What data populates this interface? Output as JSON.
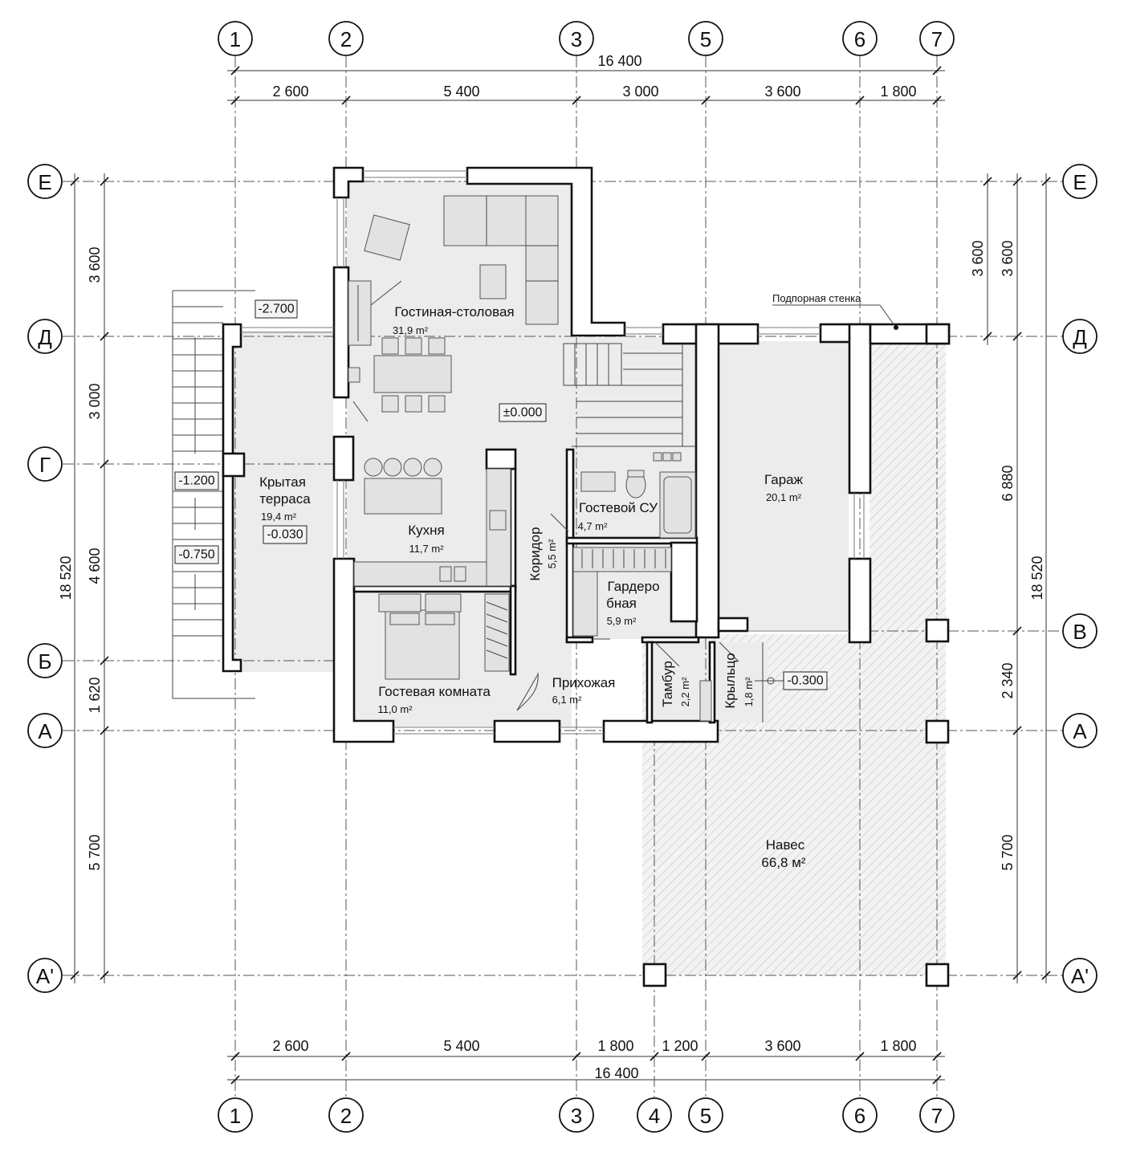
{
  "axes_top": {
    "a1": "1",
    "a2": "2",
    "a3": "3",
    "a5": "5",
    "a6": "6",
    "a7": "7"
  },
  "axes_bottom": {
    "a1": "1",
    "a2": "2",
    "a3": "3",
    "a4": "4",
    "a5": "5",
    "a6": "6",
    "a7": "7"
  },
  "axes_rows": {
    "ye": "Е",
    "yd": "Д",
    "yg": "Г",
    "yb": "Б",
    "ya": "А",
    "yap": "А'",
    "yv": "В"
  },
  "dims_top": {
    "total": "16 400",
    "s1": "2 600",
    "s2": "5 400",
    "s3": "3 000",
    "s4": "3 600",
    "s5": "1 800"
  },
  "dims_bottom": {
    "total": "16 400",
    "s1": "2 600",
    "s2": "5 400",
    "s3": "1 800",
    "s4": "1 200",
    "s5": "3 600",
    "s6": "1 800"
  },
  "dims_left": {
    "total": "18 520",
    "s1": "3 600",
    "s2": "3 000",
    "s3": "4 600",
    "s4": "1 620",
    "s5": "5 700"
  },
  "dims_right": {
    "total": "18 520",
    "s1": "3 600",
    "s1b": "3 600",
    "s2": "6 880",
    "s3": "2 340",
    "s4": "5 700"
  },
  "rooms": {
    "living": {
      "name": "Гостиная-столовая",
      "area": "31,9 m²"
    },
    "terrace": {
      "name1": "Крытая",
      "name2": "терраса",
      "area": "19,4 m²"
    },
    "kitchen": {
      "name": "Кухня",
      "area": "11,7 m²"
    },
    "bath": {
      "name": "Гостевой СУ",
      "area": "4,7 m²"
    },
    "garage": {
      "name": "Гараж",
      "area": "20,1 m²"
    },
    "corridor": {
      "name": "Коридор",
      "area": "5,5 m²"
    },
    "wardrobe": {
      "name1": "Гардеро",
      "name2": "бная",
      "area": "5,9 m²"
    },
    "guest": {
      "name": "Гостевая комната",
      "area": "11,0 m²"
    },
    "hall": {
      "name": "Прихожая",
      "area": "6,1 m²"
    },
    "vestibule": {
      "name": "Тамбур",
      "area": "2,2 m²"
    },
    "porch": {
      "name": "Крыльцо",
      "area": "1,8 m²"
    },
    "canopy": {
      "name": "Навес",
      "area": "66,8 м²"
    }
  },
  "levels": {
    "l1": "-2.700",
    "l2": "±0.000",
    "l3": "-1.200",
    "l4": "-0.030",
    "l5": "-0.750",
    "l6": "-0.300"
  },
  "notes": {
    "retaining_wall": "Подпорная стенка"
  }
}
